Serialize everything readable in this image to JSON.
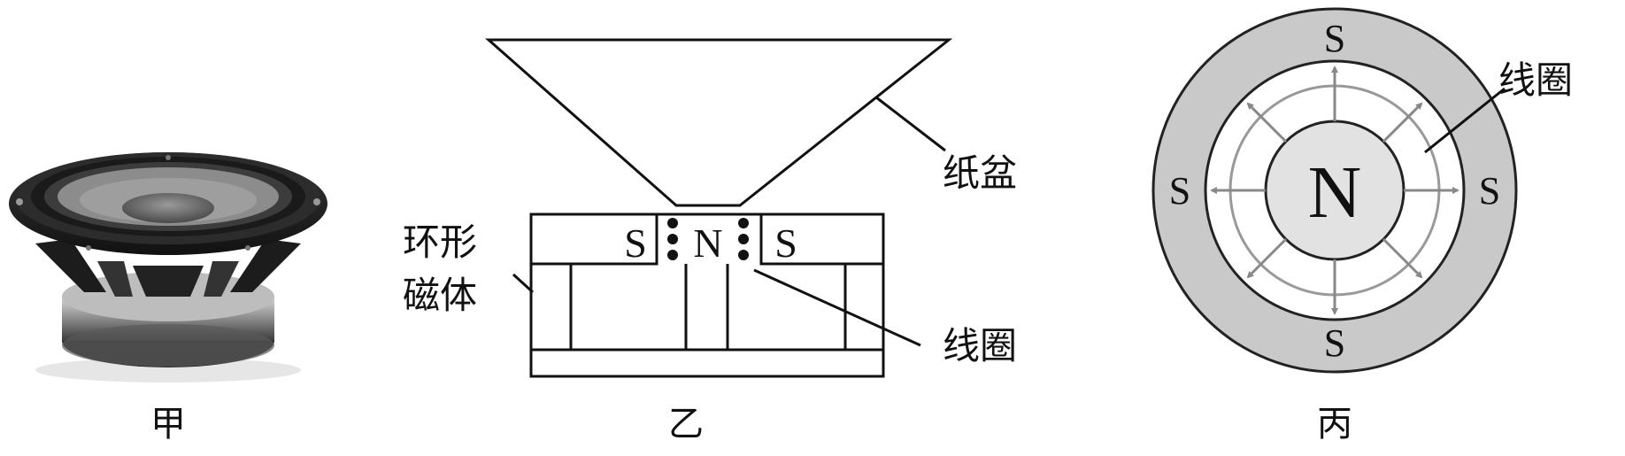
{
  "figures": {
    "jia": {
      "caption": "甲"
    },
    "yi": {
      "caption": "乙",
      "labels": {
        "cone": "纸盆",
        "magnet_line1": "环形",
        "magnet_line2": "磁体",
        "coil": "线圈"
      },
      "poles": {
        "left": "S",
        "center": "N",
        "right": "S"
      }
    },
    "bing": {
      "caption": "丙",
      "labels": {
        "coil": "线圈"
      },
      "poles": {
        "center": "N",
        "top": "S",
        "bottom": "S",
        "left": "S",
        "right": "S"
      }
    }
  }
}
